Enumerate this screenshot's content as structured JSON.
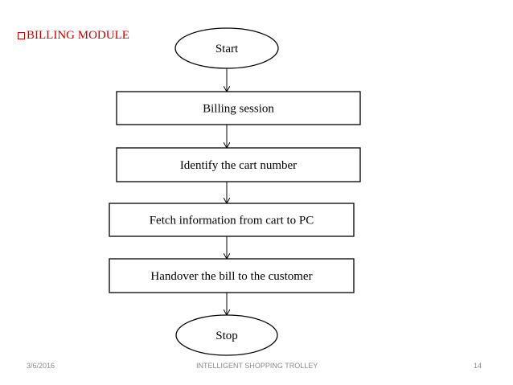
{
  "slide": {
    "heading": "BILLING MODULE",
    "footer_date": "3/6/2016",
    "footer_title": "INTELLIGENT SHOPPING TROLLEY",
    "page_number": "14"
  },
  "flowchart": {
    "start": "Start",
    "steps": [
      "Billing session",
      "Identify the cart number",
      "Fetch information from cart to PC",
      "Handover the bill to the customer"
    ],
    "stop": "Stop"
  }
}
